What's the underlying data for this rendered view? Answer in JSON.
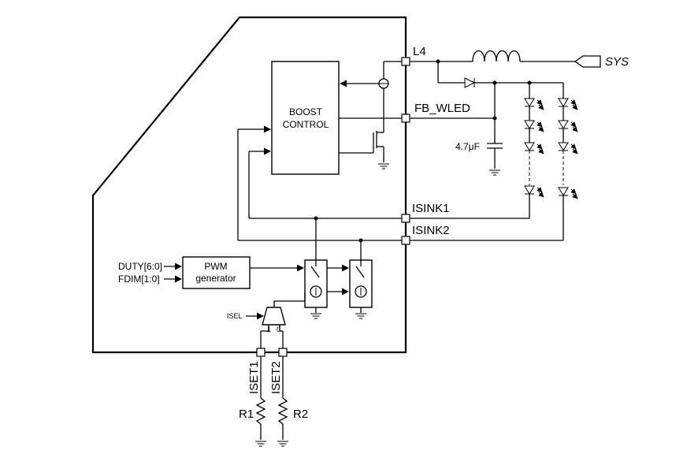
{
  "pins": {
    "l4": "L4",
    "fb_wled": "FB_WLED",
    "isink1": "ISINK1",
    "isink2": "ISINK2",
    "iset1": "ISET1",
    "iset2": "ISET2"
  },
  "supply": "SYS",
  "blocks": {
    "boost_line1": "BOOST",
    "boost_line2": "CONTROL",
    "pwm_line1": "PWM",
    "pwm_line2": "generator"
  },
  "inputs": {
    "duty": "DUTY[6:0]",
    "fdim": "FDIM[1:0]",
    "isel": "ISEL"
  },
  "mux": {
    "in1": "1",
    "in0": "0"
  },
  "components": {
    "capacitor": "4.7μF",
    "r1": "R1",
    "r2": "R2"
  }
}
